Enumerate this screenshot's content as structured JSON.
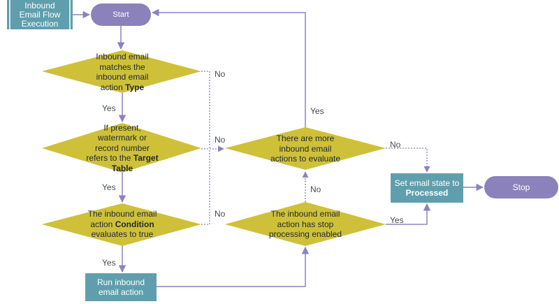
{
  "title_box": {
    "lines": [
      "Inbound",
      "Email Flow",
      "Execution"
    ]
  },
  "nodes": {
    "start": {
      "text": "Start"
    },
    "check_type": {
      "lines": [
        "Inbound email",
        "matches the",
        "inbound email"
      ],
      "line4_plain": "action ",
      "line4_bold": "Type"
    },
    "check_target": {
      "lines": [
        "If present,",
        "watermark or",
        "record number"
      ],
      "line4_plain": "refers to the ",
      "line4_bold": "Target",
      "line5_bold": "Table"
    },
    "check_condition": {
      "line1": "The inbound email",
      "line2_plain": "action ",
      "line2_bold": "Condition",
      "line3": "evaluates to true"
    },
    "run_action": {
      "lines": [
        "Run inbound",
        "email action"
      ]
    },
    "more_actions": {
      "lines": [
        "There are more",
        "inbound email",
        "actions to evaluate"
      ]
    },
    "stop_processing": {
      "lines": [
        "The inbound email",
        "action has stop",
        "processing enabled"
      ]
    },
    "set_state": {
      "line1": "Set email state to",
      "line2_bold": "Processed"
    },
    "stop": {
      "text": "Stop"
    }
  },
  "edge_labels": {
    "type_no": "No",
    "type_yes": "Yes",
    "target_no": "No",
    "target_yes": "Yes",
    "condition_no": "No",
    "condition_yes": "Yes",
    "more_yes": "Yes",
    "more_no": "No",
    "stop_no": "No",
    "stop_yes": "Yes"
  },
  "colors": {
    "diamond": "#cfc03a",
    "teal": "#5f9fad",
    "terminal": "#8b82bb",
    "connector": "#8a83c0",
    "dotted": "#8a83c0"
  }
}
